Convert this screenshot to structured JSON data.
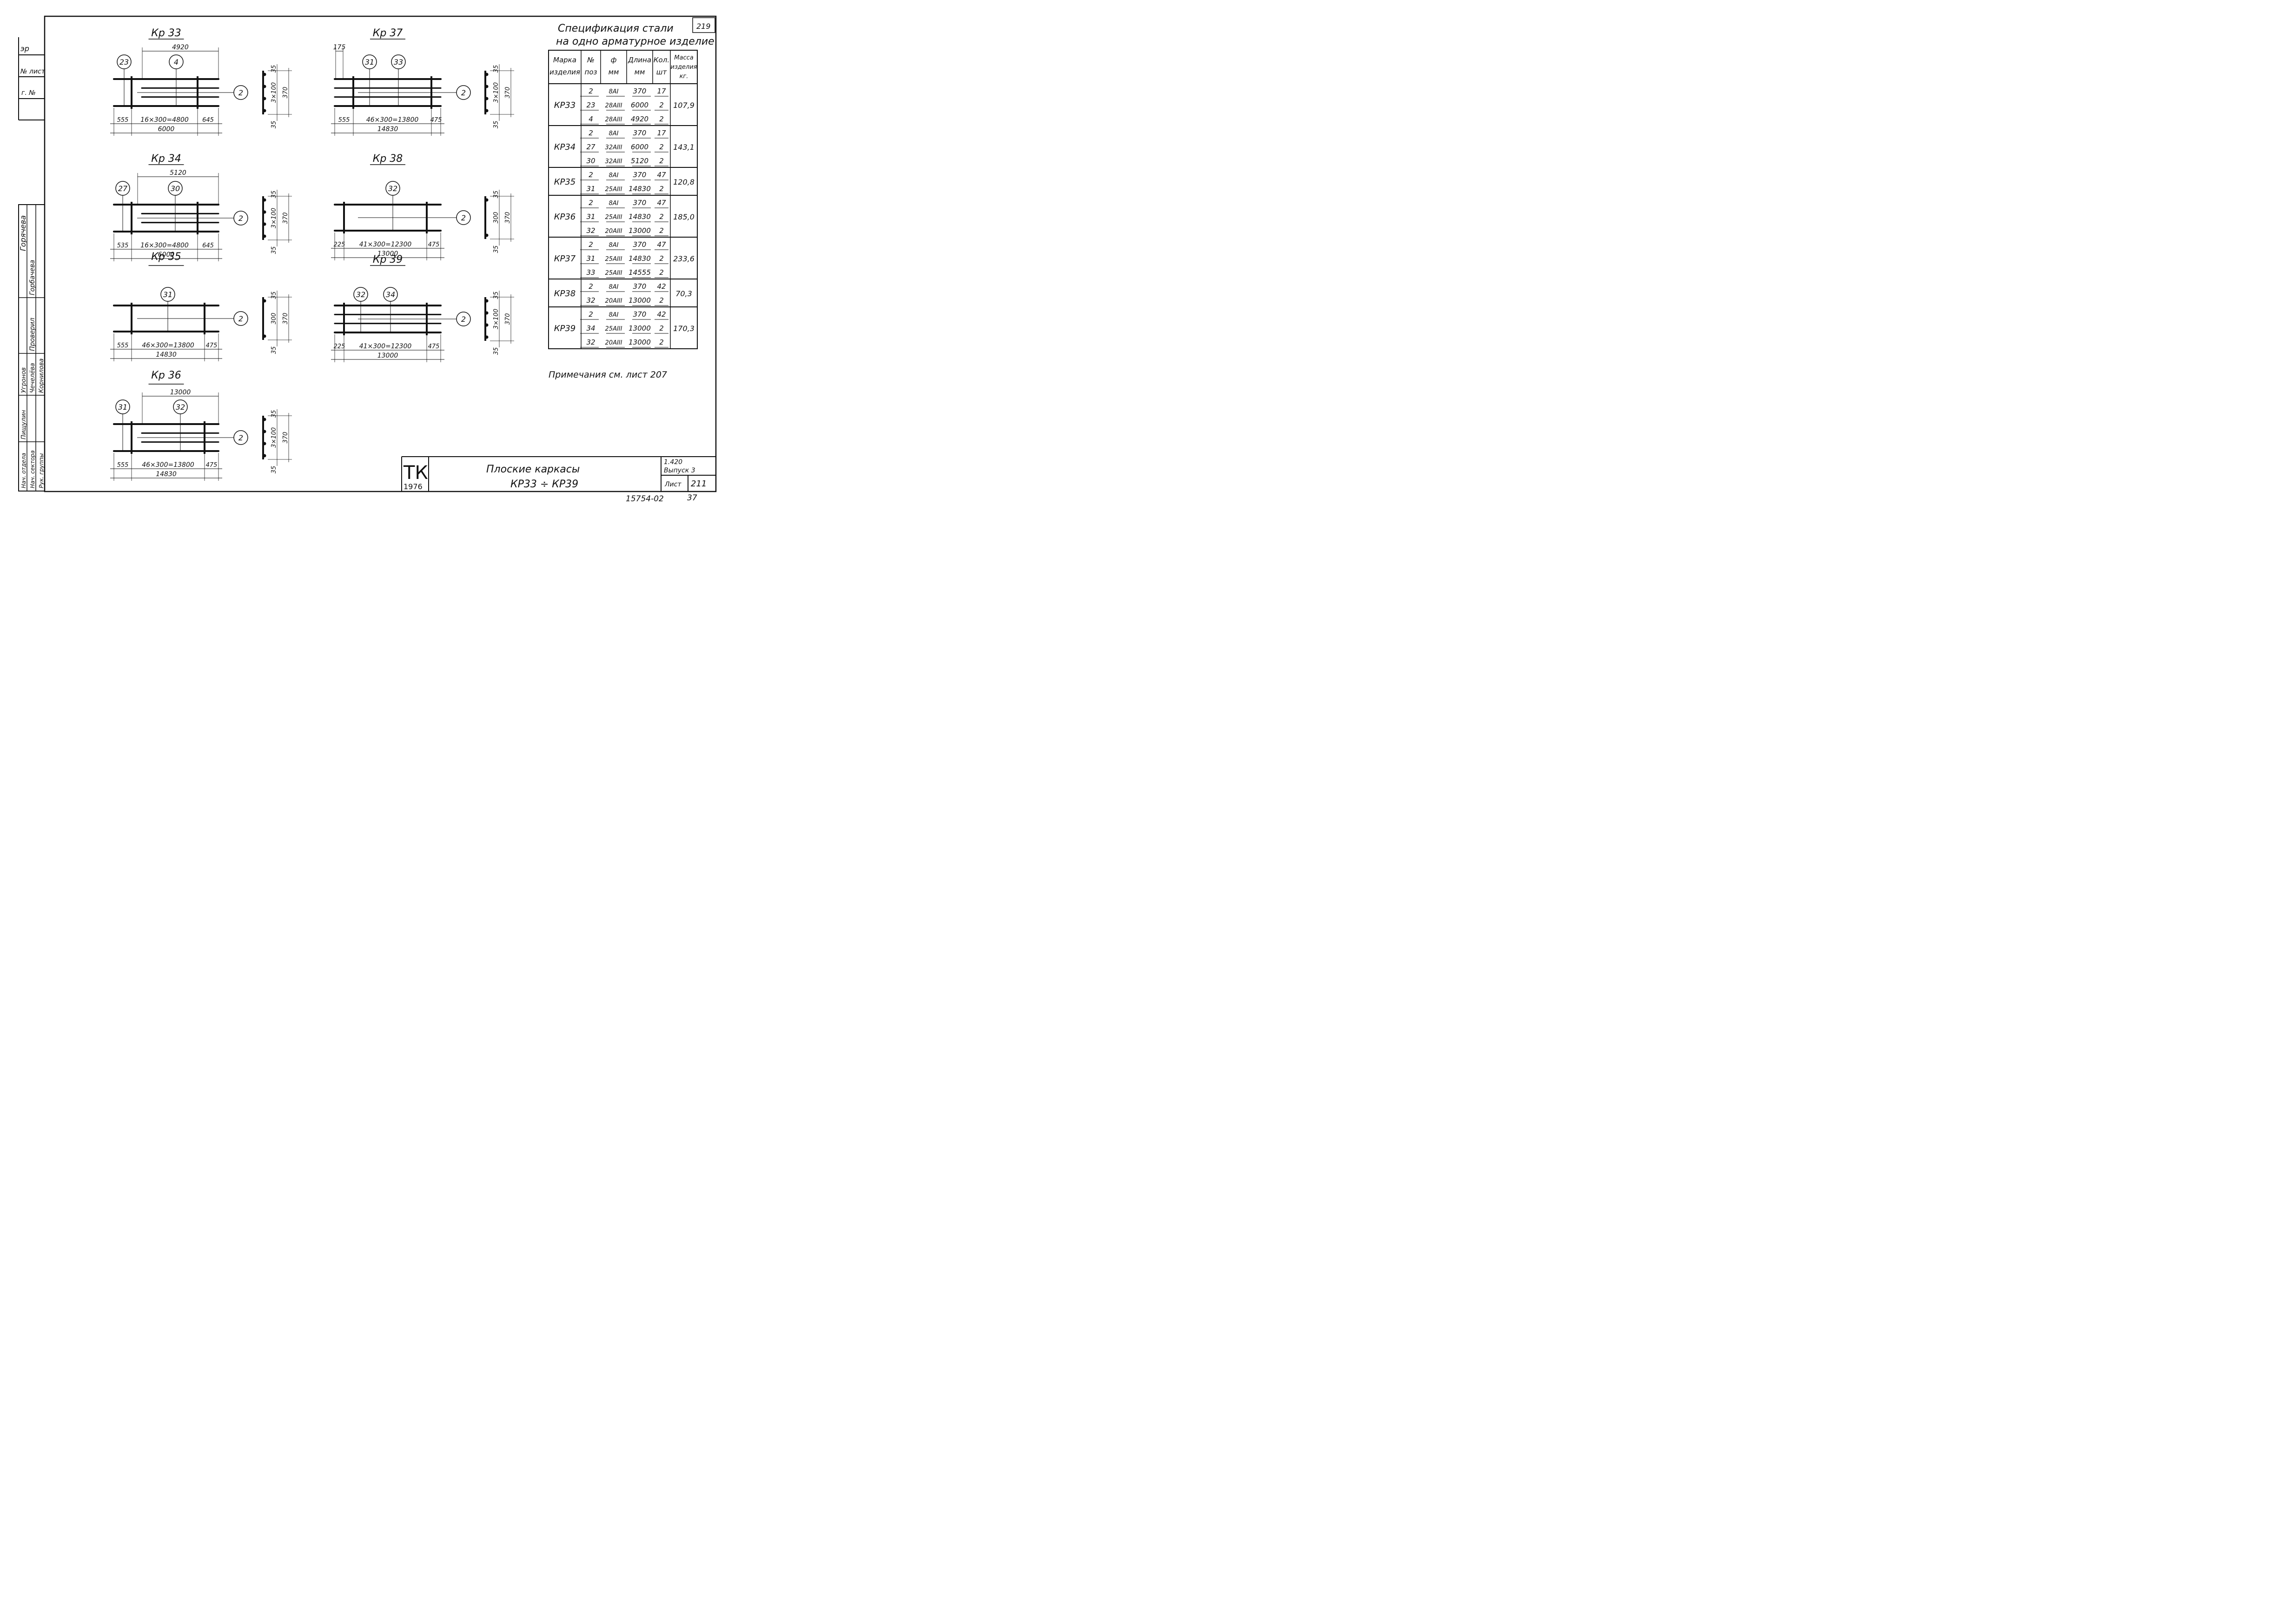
{
  "sheet_num_top": "219",
  "side": {
    "top_labels": [
      "эр",
      "№ лист",
      "г. №"
    ],
    "stamp_roles": [
      "Нач. отдела",
      "Нач. сектора",
      "Рук. группы",
      "Проверил"
    ],
    "stamp_names": [
      "Пищулин",
      "Угронов",
      "Чечелёва",
      "Корнилова",
      "Горбачева",
      "Горячева"
    ]
  },
  "frames": [
    {
      "mark": "Кр 33",
      "poles": [
        "23",
        "4"
      ],
      "top_dim": "4920",
      "bottom_dims": [
        "555",
        "16×300=4800",
        "645"
      ],
      "total": "6000",
      "sec_dims": [
        "35",
        "3×100",
        "370",
        "35"
      ],
      "bar_circle": "2"
    },
    {
      "mark": "Кр 34",
      "poles": [
        "27",
        "30"
      ],
      "top_dim": "5120",
      "bottom_dims": [
        "535",
        "16×300=4800",
        "645"
      ],
      "total": "6000",
      "sec_dims": [
        "35",
        "3×100",
        "370",
        "35"
      ],
      "bar_circle": "2"
    },
    {
      "mark": "Кр 35",
      "poles": [
        "31"
      ],
      "top_dim": "",
      "bottom_dims": [
        "555",
        "46×300=13800",
        "475"
      ],
      "total": "14830",
      "sec_dims": [
        "35",
        "300",
        "370",
        "35"
      ],
      "bar_circle": "2"
    },
    {
      "mark": "Кр 36",
      "poles": [
        "31",
        "32"
      ],
      "top_dim": "13000",
      "bottom_dims": [
        "555",
        "46×300=13800",
        "475"
      ],
      "total": "14830",
      "sec_dims": [
        "35",
        "3×100",
        "370",
        "35"
      ],
      "bar_circle": "2"
    },
    {
      "mark": "Кр 37",
      "poles": [
        "31",
        "33"
      ],
      "top_dim": "175",
      "bottom_dims": [
        "555",
        "46×300=13800",
        "475"
      ],
      "total": "14830",
      "sec_dims": [
        "35",
        "3×100",
        "370",
        "35"
      ],
      "bar_circle": "2"
    },
    {
      "mark": "Кр 38",
      "poles": [
        "32"
      ],
      "top_dim": "",
      "bottom_dims": [
        "225",
        "41×300=12300",
        "475"
      ],
      "total": "13000",
      "sec_dims": [
        "35",
        "300",
        "370",
        "35"
      ],
      "bar_circle": "2"
    },
    {
      "mark": "Кр 39",
      "poles": [
        "32",
        "34"
      ],
      "top_dim": "",
      "bottom_dims": [
        "225",
        "41×300=12300",
        "475"
      ],
      "total": "13000",
      "sec_dims": [
        "35",
        "3×100",
        "370",
        "35"
      ],
      "bar_circle": "2"
    }
  ],
  "spec": {
    "title_line1": "Спецификация стали",
    "title_line2": "на одно арматурное изделие",
    "headers": [
      [
        "Марка",
        "изделия"
      ],
      [
        "№",
        "поз"
      ],
      [
        "ф",
        "мм"
      ],
      [
        "Длина",
        "мм"
      ],
      [
        "Кол.",
        "шт"
      ],
      [
        "Масса",
        "изделия",
        "кг."
      ]
    ],
    "groups": [
      {
        "mark": "КР33",
        "mass": "107,9",
        "rows": [
          [
            "2",
            "8АI",
            "370",
            "17"
          ],
          [
            "23",
            "28АIII",
            "6000",
            "2"
          ],
          [
            "4",
            "28АIII",
            "4920",
            "2"
          ]
        ]
      },
      {
        "mark": "КР34",
        "mass": "143,1",
        "rows": [
          [
            "2",
            "8АI",
            "370",
            "17"
          ],
          [
            "27",
            "32АIII",
            "6000",
            "2"
          ],
          [
            "30",
            "32АIII",
            "5120",
            "2"
          ]
        ]
      },
      {
        "mark": "КР35",
        "mass": "120,8",
        "rows": [
          [
            "2",
            "8АI",
            "370",
            "47"
          ],
          [
            "31",
            "25АIII",
            "14830",
            "2"
          ]
        ]
      },
      {
        "mark": "КР36",
        "mass": "185,0",
        "rows": [
          [
            "2",
            "8АI",
            "370",
            "47"
          ],
          [
            "31",
            "25АIII",
            "14830",
            "2"
          ],
          [
            "32",
            "20АIII",
            "13000",
            "2"
          ]
        ]
      },
      {
        "mark": "КР37",
        "mass": "233,6",
        "rows": [
          [
            "2",
            "8АI",
            "370",
            "47"
          ],
          [
            "31",
            "25АIII",
            "14830",
            "2"
          ],
          [
            "33",
            "25АIII",
            "14555",
            "2"
          ]
        ]
      },
      {
        "mark": "КР38",
        "mass": "70,3",
        "rows": [
          [
            "2",
            "8АI",
            "370",
            "42"
          ],
          [
            "32",
            "20АIII",
            "13000",
            "2"
          ]
        ]
      },
      {
        "mark": "КР39",
        "mass": "170,3",
        "rows": [
          [
            "2",
            "8АI",
            "370",
            "42"
          ],
          [
            "34",
            "25АIII",
            "13000",
            "2"
          ],
          [
            "32",
            "20АIII",
            "13000",
            "2"
          ]
        ]
      }
    ]
  },
  "note": "Примечания см. лист 207",
  "title_block": {
    "logo_top": "ТК",
    "logo_year": "1976",
    "name_line1": "Плоские каркасы",
    "name_line2": "КР33 ÷ КР39",
    "series": "1.420",
    "issue": "Выпуск 3",
    "sheet_label": "Лист",
    "sheet_num": "211"
  },
  "footer_code": "15754-02",
  "footer_page": "37"
}
